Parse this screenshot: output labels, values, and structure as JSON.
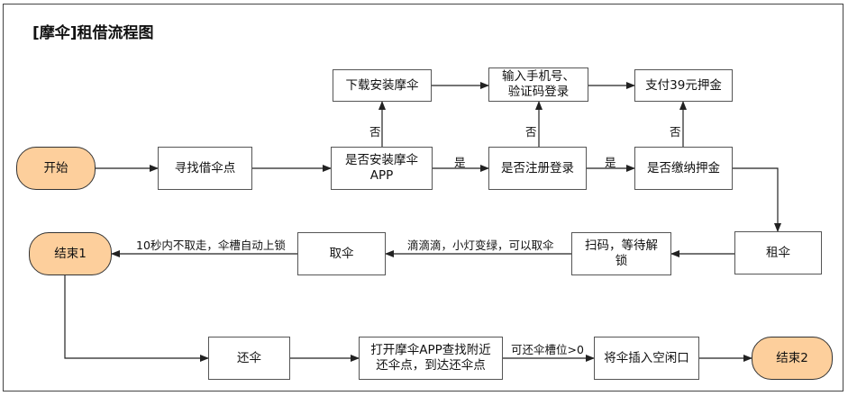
{
  "title": "[摩伞]租借流程图",
  "nodes": {
    "start": "开始",
    "find": "寻找借伞点",
    "check_app": "是否安装摩伞\nAPP",
    "download": "下载安装摩伞",
    "check_reg": "是否注册登录",
    "login": "输入手机号、\n验证码登录",
    "check_deposit": "是否缴纳押金",
    "pay": "支付39元押金",
    "rent": "租伞",
    "scan": "扫码，等待解\n锁",
    "take": "取伞",
    "end1": "结束1",
    "return": "还伞",
    "open_app": "打开摩伞APP查找附近\n还伞点，到达还伞点",
    "insert": "将伞插入空闲口",
    "end2": "结束2"
  },
  "labels": {
    "no_app": "否",
    "no_reg": "否",
    "no_deposit": "否",
    "yes_app": "是",
    "yes_reg": "是",
    "scan_note": "滴滴滴，小灯变绿，可以取伞",
    "lock_note": "10秒内不取走，伞槽自动上锁",
    "slot_note": "可还伞槽位>0"
  }
}
